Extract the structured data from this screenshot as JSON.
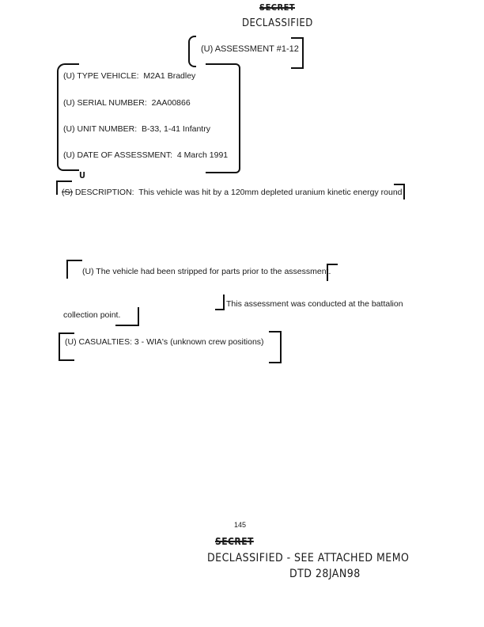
{
  "header": {
    "classification_struck": "SECRET",
    "declassified": "DECLASSIFIED"
  },
  "title": "(U) ASSESSMENT #1-12",
  "fields": [
    {
      "label": "(U) TYPE VEHICLE:",
      "value": "M2A1 Bradley"
    },
    {
      "label": "(U) SERIAL NUMBER:",
      "value": "2AA00866"
    },
    {
      "label": "(U) UNIT NUMBER:",
      "value": "B-33, 1-41 Infantry"
    },
    {
      "label": "(U) DATE OF ASSESSMENT:",
      "value": "4 March 1991"
    }
  ],
  "description": {
    "marking_correction": "U",
    "marking_struck": "(S)",
    "label": "DESCRIPTION:",
    "text": "This vehicle was hit by a 120mm depleted uranium kinetic energy round"
  },
  "paragraph1": "(U) The vehicle had been stripped for parts prior to the assessment.",
  "paragraph2a": "This assessment was conducted at the battalion",
  "paragraph2b": "collection point.",
  "casualties": "(U) CASUALTIES:  3 - WIA's (unknown crew positions)",
  "footer": {
    "page_number": "145",
    "classification_struck": "SECRET",
    "declassified_note": "DECLASSIFIED - SEE ATTACHED MEMO",
    "dated": "DTD 28JAN98"
  }
}
